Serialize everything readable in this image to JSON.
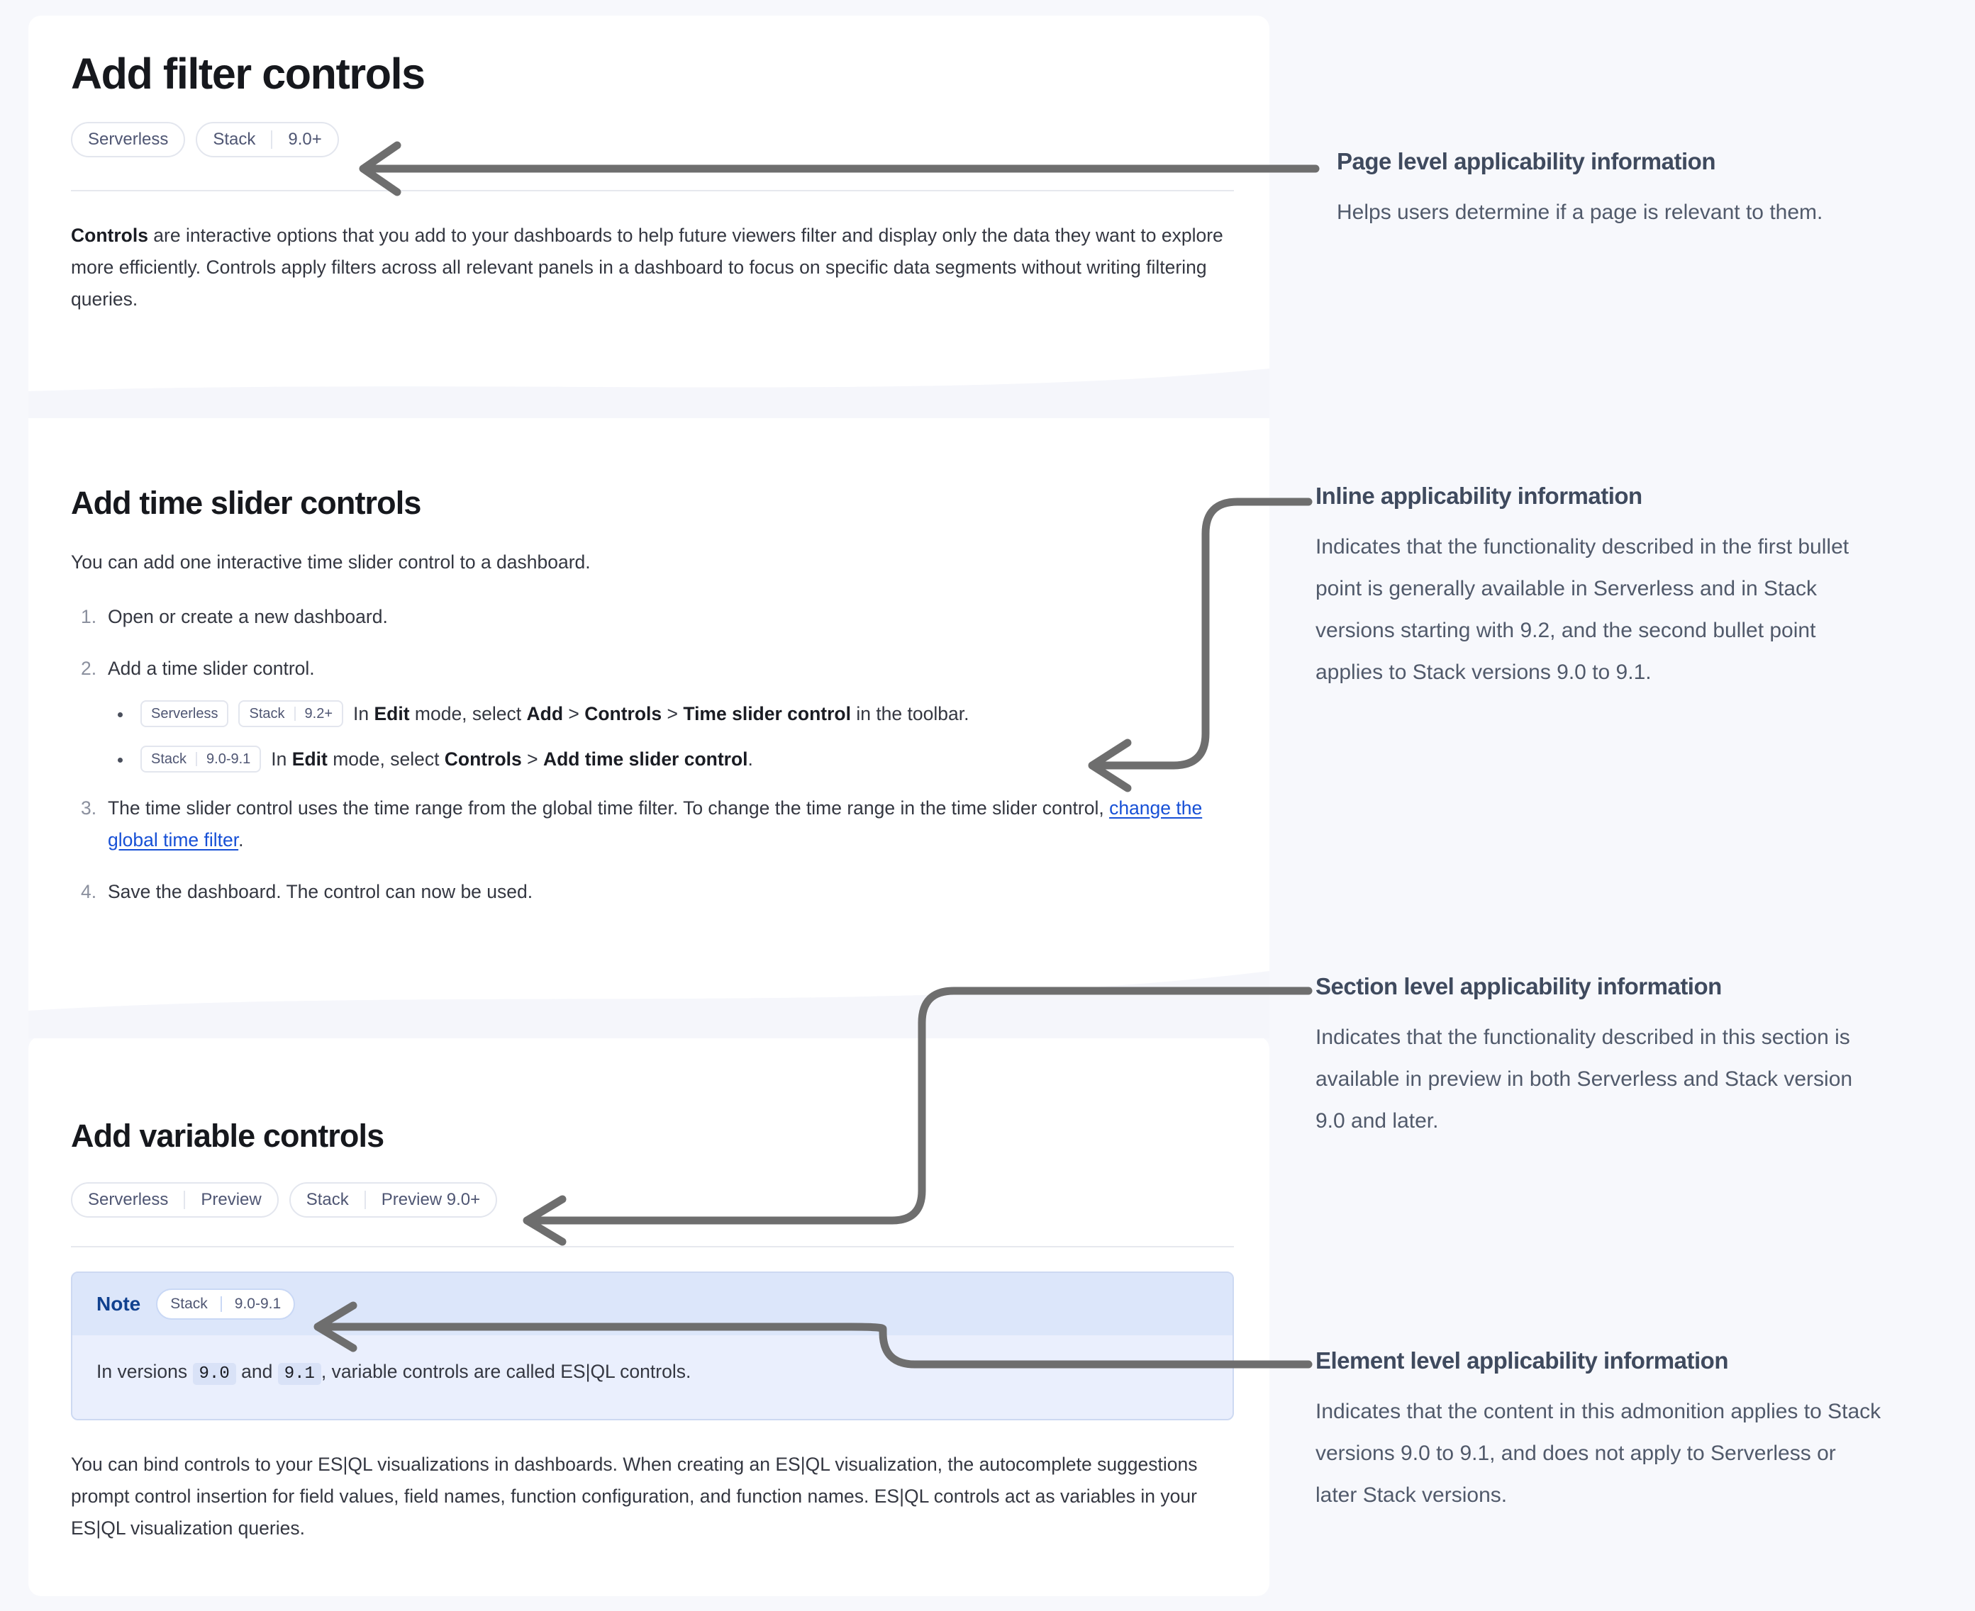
{
  "doc": {
    "page_title": "Add filter controls",
    "page_badges": [
      {
        "parts": [
          "Serverless"
        ]
      },
      {
        "parts": [
          "Stack",
          "9.0+"
        ]
      }
    ],
    "intro": {
      "lead": "Controls",
      "rest": " are interactive options that you add to your dashboards to help future viewers filter and display only the data they want to explore more efficiently. Controls apply filters across all relevant panels in a dashboard to focus on specific data segments without writing filtering queries."
    },
    "section_time_slider": {
      "heading": "Add time slider controls",
      "intro": "You can add one interactive time slider control to a dashboard.",
      "steps": [
        {
          "text": "Open or create a new dashboard."
        },
        {
          "text": "Add a time slider control.",
          "subs": [
            {
              "badges": [
                {
                  "parts": [
                    "Serverless"
                  ]
                },
                {
                  "parts": [
                    "Stack",
                    "9.2+"
                  ]
                }
              ],
              "segments": [
                {
                  "t": "In ",
                  "b": false
                },
                {
                  "t": "Edit",
                  "b": true
                },
                {
                  "t": " mode, select ",
                  "b": false
                },
                {
                  "t": "Add",
                  "b": true
                },
                {
                  "t": " > ",
                  "b": false
                },
                {
                  "t": "Controls",
                  "b": true
                },
                {
                  "t": " > ",
                  "b": false
                },
                {
                  "t": "Time slider control",
                  "b": true
                },
                {
                  "t": " in the toolbar.",
                  "b": false
                }
              ]
            },
            {
              "badges": [
                {
                  "parts": [
                    "Stack",
                    "9.0-9.1"
                  ]
                }
              ],
              "segments": [
                {
                  "t": "In ",
                  "b": false
                },
                {
                  "t": "Edit",
                  "b": true
                },
                {
                  "t": " mode, select ",
                  "b": false
                },
                {
                  "t": "Controls",
                  "b": true
                },
                {
                  "t": " > ",
                  "b": false
                },
                {
                  "t": "Add time slider control",
                  "b": true
                },
                {
                  "t": ".",
                  "b": false
                }
              ]
            }
          ]
        },
        {
          "text_before_link": "The time slider control uses the time range from the global time filter. To change the time range in the time slider control, ",
          "link_text": "change the global time filter",
          "text_after_link": "."
        },
        {
          "text": "Save the dashboard. The control can now be used."
        }
      ]
    },
    "section_variable": {
      "heading": "Add variable controls",
      "badges": [
        {
          "parts": [
            "Serverless",
            "Preview"
          ]
        },
        {
          "parts": [
            "Stack",
            "Preview 9.0+"
          ]
        }
      ],
      "note": {
        "title": "Note",
        "badge": {
          "parts": [
            "Stack",
            "9.0-9.1"
          ]
        },
        "body_pre": "In versions ",
        "code_1": "9.0",
        "body_mid": " and ",
        "code_2": "9.1",
        "body_post": ", variable controls are called ES|QL controls."
      },
      "paragraph": "You can bind controls to your ES|QL visualizations in dashboards. When creating an ES|QL visualization, the autocomplete suggestions prompt control insertion for field values, field names, function configuration, and function names. ES|QL controls act as variables in your ES|QL visualization queries."
    }
  },
  "annotations": [
    {
      "id": "page-level",
      "title": "Page level applicability information",
      "text": "Helps users determine if a page is relevant to them."
    },
    {
      "id": "inline",
      "title": "Inline applicability information",
      "text": "Indicates that the functionality described in the first bullet point is generally available in Serverless and in Stack versions starting with 9.2, and the second bullet point applies to Stack versions 9.0 to 9.1."
    },
    {
      "id": "section-level",
      "title": "Section level applicability information",
      "text": "Indicates that the functionality described in this section is available in preview in both Serverless and Stack version 9.0 and later."
    },
    {
      "id": "element-level",
      "title": "Element level applicability information",
      "text": "Indicates that the content in this admonition applies to Stack versions 9.0 to 9.1, and does not apply to Serverless or later Stack versions."
    }
  ],
  "colors": {
    "page_background": "#f7f8fc",
    "card_background": "#ffffff",
    "badge_border": "#e3e6ee",
    "badge_text": "#4f5673",
    "link": "#1750d6",
    "note_header": "#dce6fa",
    "note_body": "#eaeffd",
    "note_title": "#11418f",
    "connector": "#6e6e6e",
    "annotation_title": "#3f4a5e",
    "annotation_text": "#515a6b"
  }
}
